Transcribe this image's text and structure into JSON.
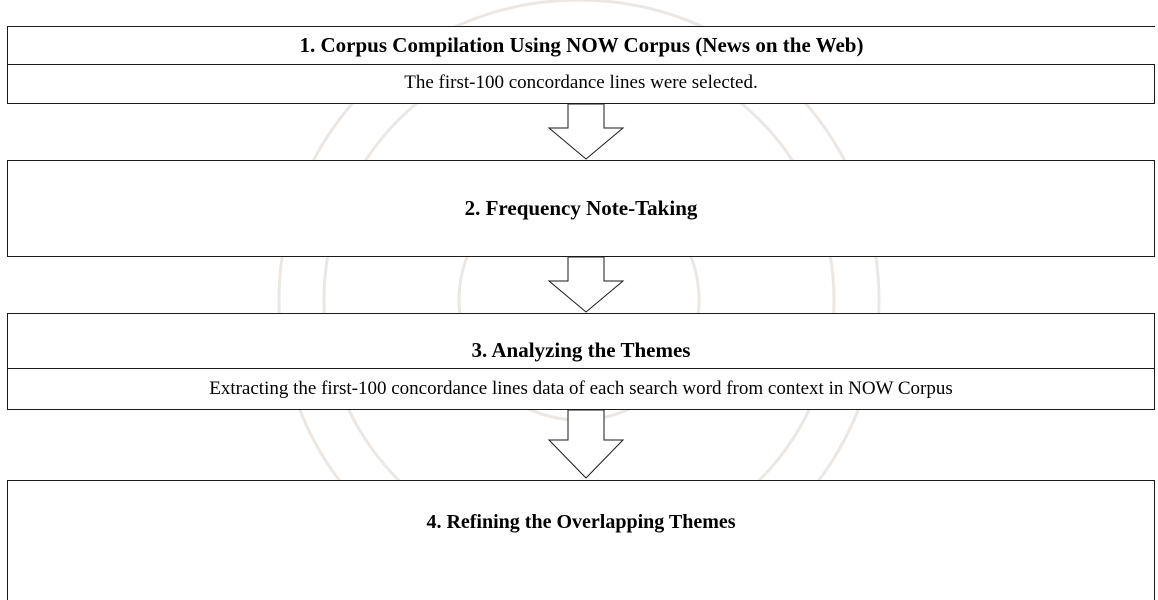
{
  "steps": [
    {
      "title": "1. Corpus Compilation Using NOW Corpus (News on the Web)",
      "subtitle": "The first-100 concordance lines were selected."
    },
    {
      "title": "2. Frequency Note-Taking"
    },
    {
      "title": "3. Analyzing the Themes",
      "subtitle": "Extracting the first-100 concordance lines data of each search word from context in NOW Corpus"
    },
    {
      "title": "4. Refining the Overlapping Themes"
    }
  ],
  "colors": {
    "border": "#1a1a1a",
    "text": "#000000",
    "watermark": "#ece7e2"
  }
}
